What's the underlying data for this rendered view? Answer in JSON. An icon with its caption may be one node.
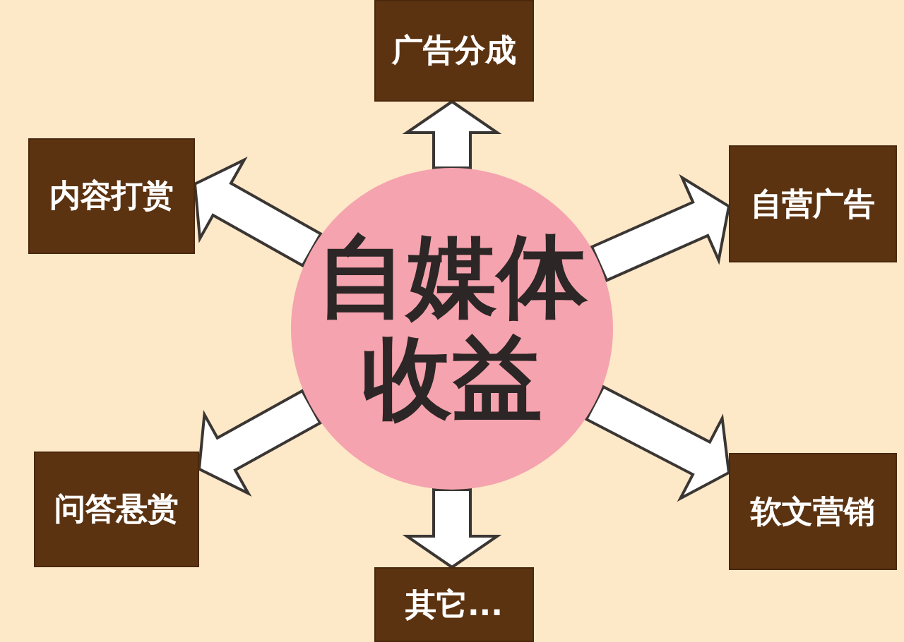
{
  "diagram": {
    "nodes": [
      {
        "text": [
          "广告分成"
        ]
      },
      {
        "text": [
          "内容打赏"
        ]
      },
      {
        "text": [
          "自营广告"
        ]
      },
      {
        "text": [
          "自媒体收益"
        ]
      },
      {
        "text": [
          "问答悬赏"
        ]
      },
      {
        "text": [
          "软文营销"
        ]
      },
      {
        "text": [
          "其它..."
        ]
      }
    ],
    "edges": [
      {
        "from": 3,
        "to": 0,
        "arrow": "to"
      },
      {
        "from": 3,
        "to": 1,
        "arrow": "to"
      },
      {
        "from": 3,
        "to": 2,
        "arrow": "to"
      },
      {
        "from": 3,
        "to": 4,
        "arrow": "to"
      },
      {
        "from": 3,
        "to": 5,
        "arrow": "to"
      },
      {
        "from": 3,
        "to": 6,
        "arrow": "to"
      }
    ]
  }
}
